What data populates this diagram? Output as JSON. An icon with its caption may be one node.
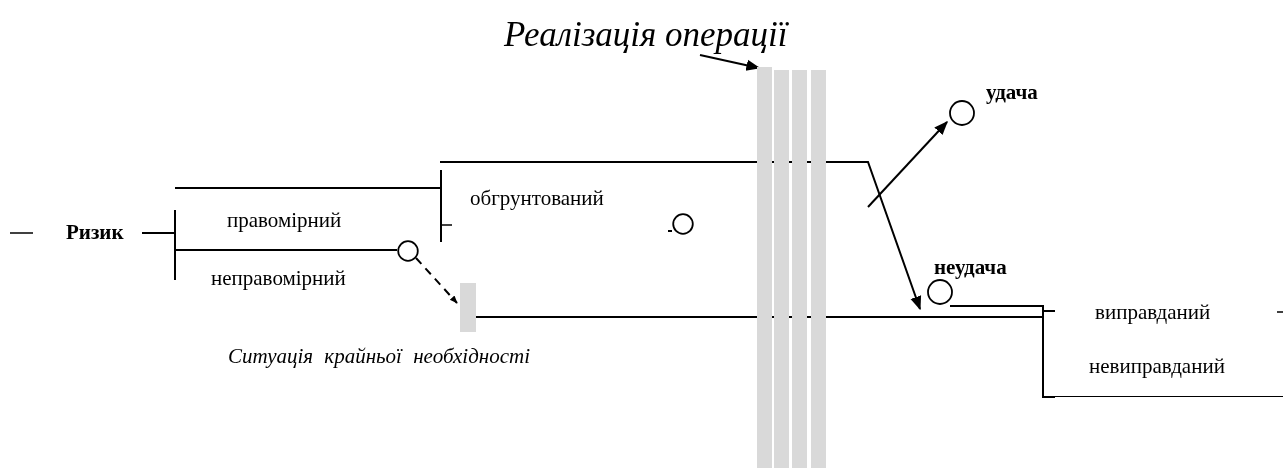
{
  "diagram": {
    "nodes": [
      {
        "text": [
          "Реалізація операції"
        ]
      },
      {
        "text": [],
        "shape": "bar"
      },
      {
        "text": [],
        "shape": "bar"
      },
      {
        "text": [],
        "shape": "bar"
      },
      {
        "text": [],
        "shape": "bar"
      },
      {
        "text": [
          "Ризик"
        ]
      },
      {
        "text": [
          "правомірний"
        ]
      },
      {
        "text": [
          "неправомірний"
        ]
      },
      {
        "text": [
          "обгрунтований"
        ]
      },
      {
        "text": [],
        "shape": "circle"
      },
      {
        "text": [],
        "shape": "circle"
      },
      {
        "text": [],
        "shape": "bar"
      },
      {
        "text": [
          "удача"
        ]
      },
      {
        "text": [
          "неудача"
        ]
      },
      {
        "text": [
          "виправданий"
        ]
      },
      {
        "text": [
          "невиправданий"
        ]
      }
    ],
    "edges": [
      {
        "from": 0,
        "to": 1,
        "arrow": "to"
      },
      {
        "from": 5,
        "to": 6,
        "arrow": "none"
      },
      {
        "from": 5,
        "to": 7,
        "arrow": "none"
      },
      {
        "from": 6,
        "to": 9,
        "arrow": "none"
      },
      {
        "from": 6,
        "to": 8,
        "arrow": "none"
      },
      {
        "from": 8,
        "to": 10,
        "arrow": "none"
      },
      {
        "from": 9,
        "to": 11,
        "arrow": "to",
        "style": "dashed"
      },
      {
        "from": 8,
        "to": 13,
        "arrow": "to"
      },
      {
        "from": null,
        "to": 12,
        "arrow": "to"
      },
      {
        "from": 13,
        "to": 14,
        "arrow": "none"
      },
      {
        "from": 11,
        "to": 14,
        "arrow": "none"
      },
      {
        "from": 11,
        "to": 15,
        "arrow": "none"
      }
    ],
    "labels": [
      "Ситуація крайньої необхідності"
    ]
  }
}
